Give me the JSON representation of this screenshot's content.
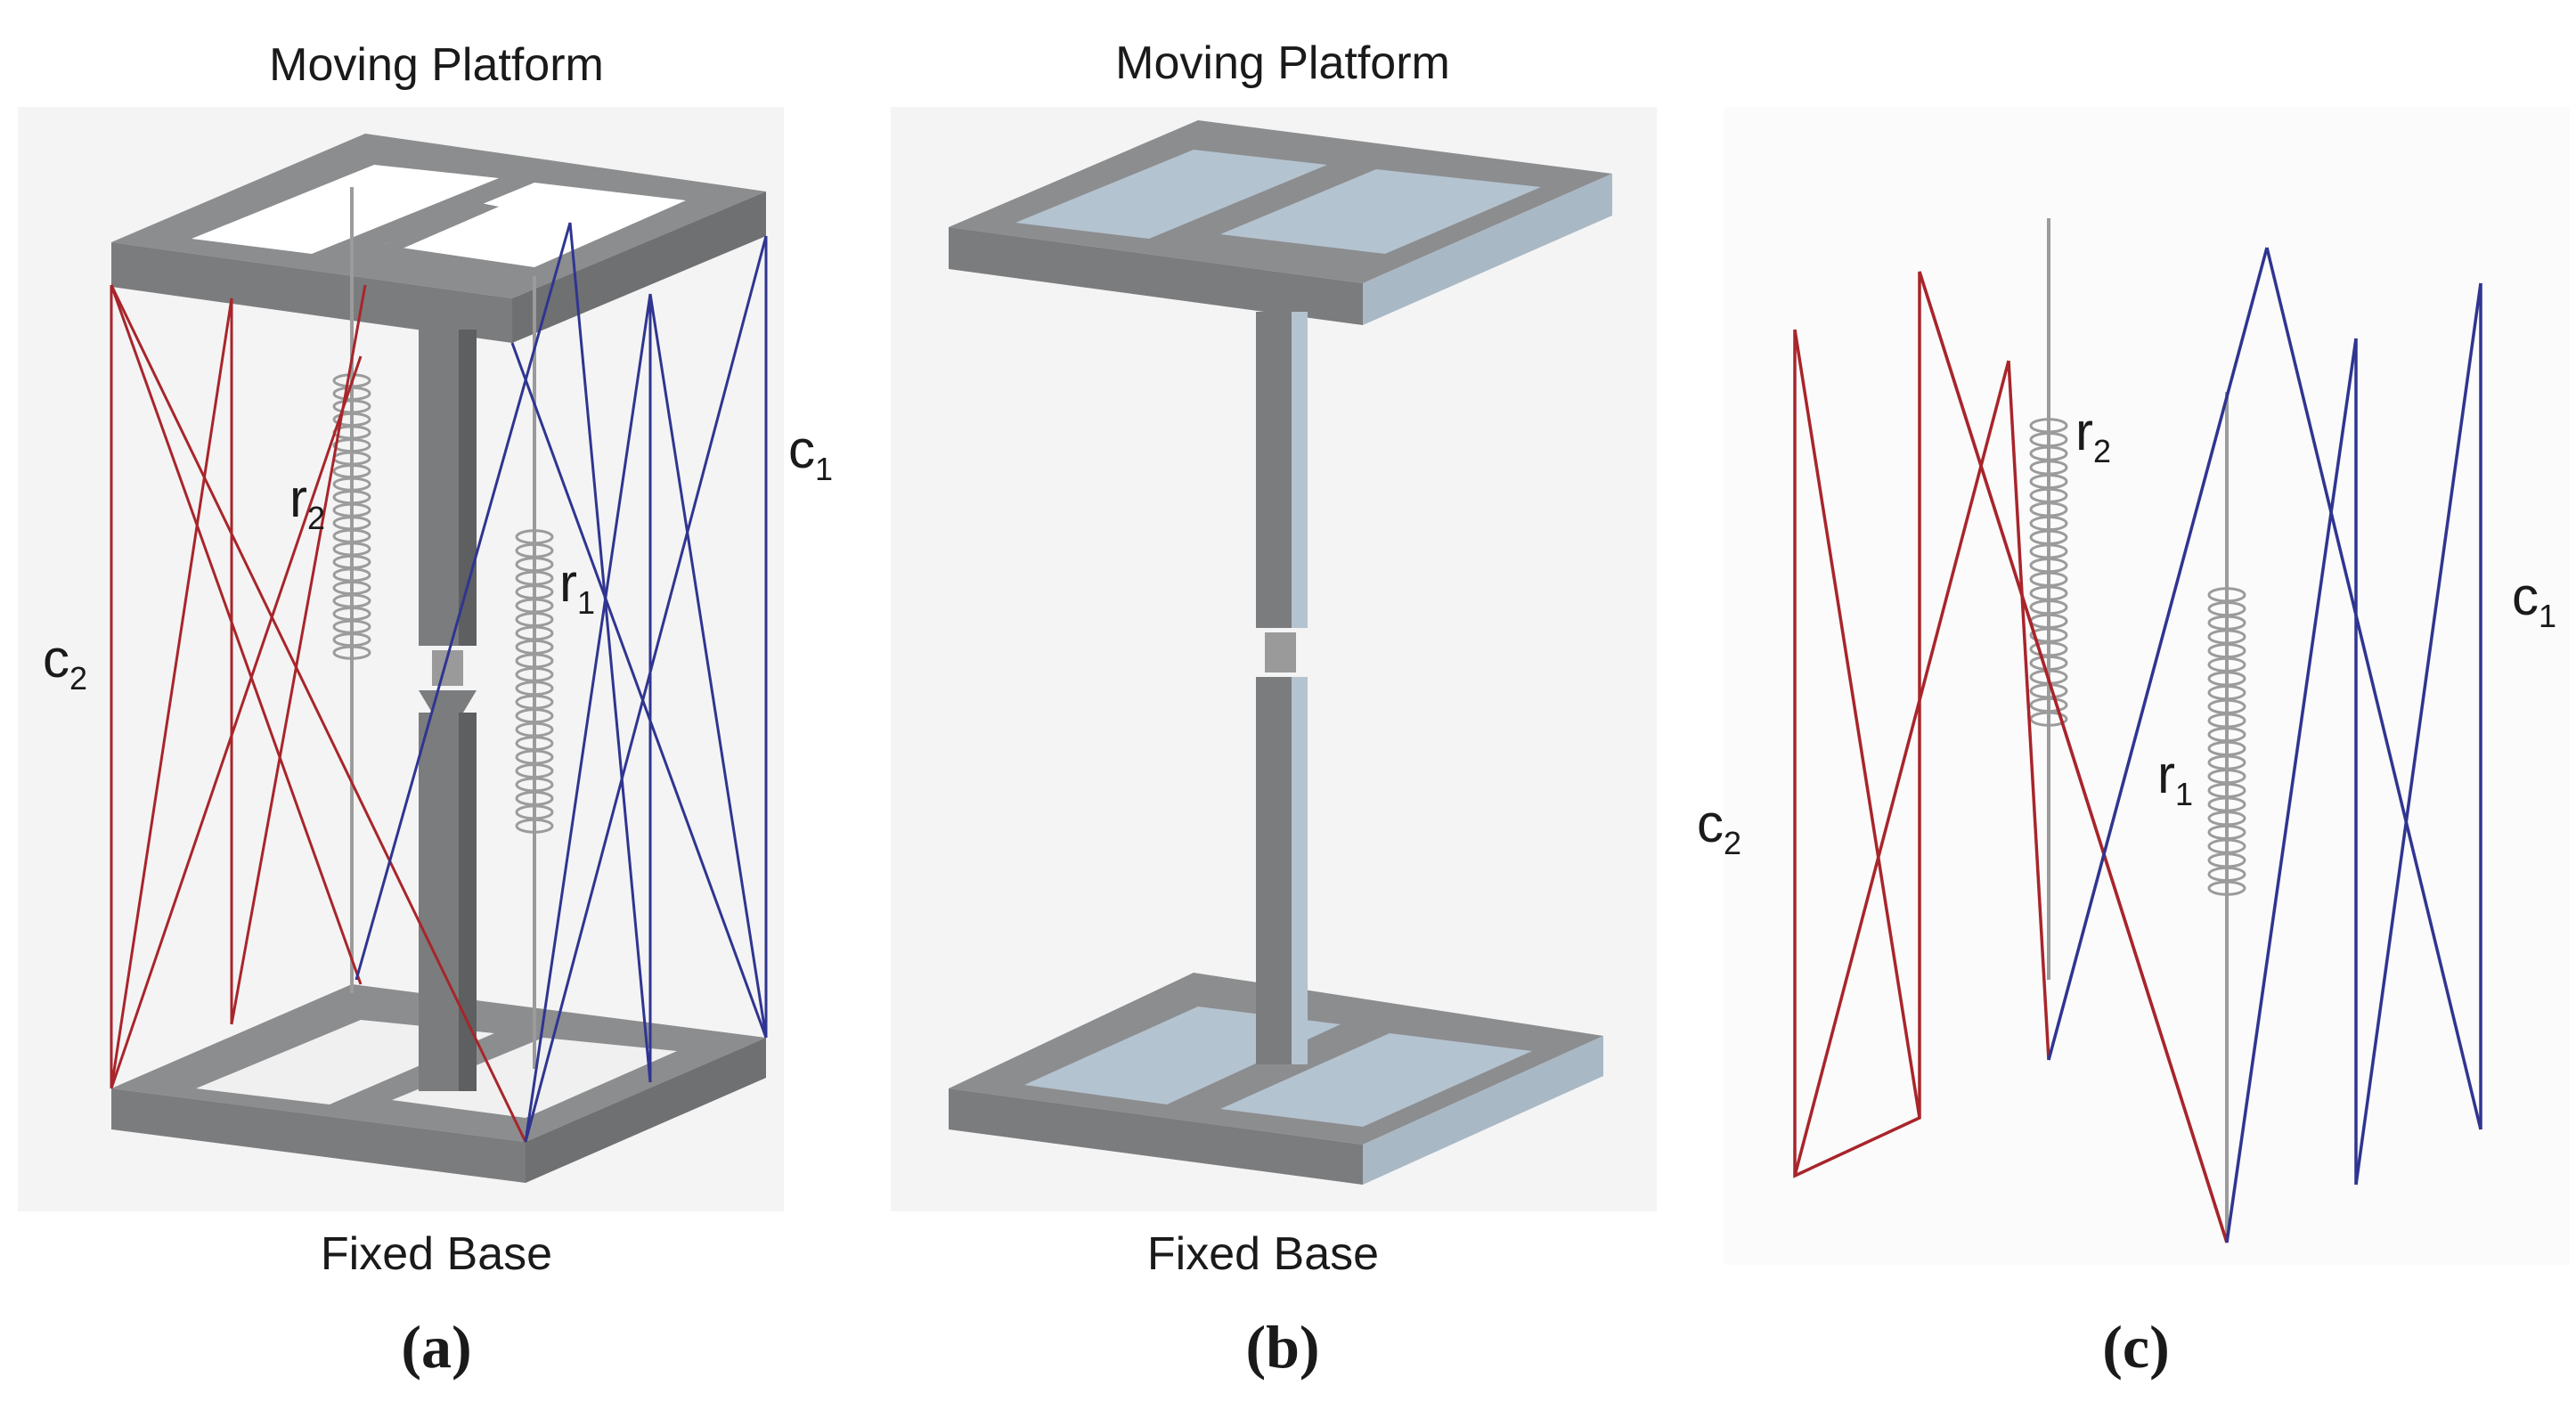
{
  "panels": {
    "a": {
      "top_label": "Moving Platform",
      "bottom_label": "Fixed Base",
      "caption": "(a)",
      "c1": {
        "letter": "c",
        "sub": "1"
      },
      "c2": {
        "letter": "c",
        "sub": "2"
      },
      "r1": {
        "letter": "r",
        "sub": "1"
      },
      "r2": {
        "letter": "r",
        "sub": "2"
      }
    },
    "b": {
      "top_label": "Moving Platform",
      "bottom_label": "Fixed Base",
      "caption": "(b)"
    },
    "c": {
      "caption": "(c)",
      "c1": {
        "letter": "c",
        "sub": "1"
      },
      "c2": {
        "letter": "c",
        "sub": "2"
      },
      "r1": {
        "letter": "r",
        "sub": "1"
      },
      "r2": {
        "letter": "r",
        "sub": "2"
      }
    }
  },
  "colors": {
    "cable_c2": "#a8252b",
    "cable_c1": "#2f3590",
    "frame_top": "#8c8d8f",
    "frame_side": "#6f7072",
    "frame_front": "#7b7c7e",
    "frame_inner_b": "#b4c3d0",
    "spring": "#9b9b9b",
    "rod": "#8f8f8f"
  }
}
